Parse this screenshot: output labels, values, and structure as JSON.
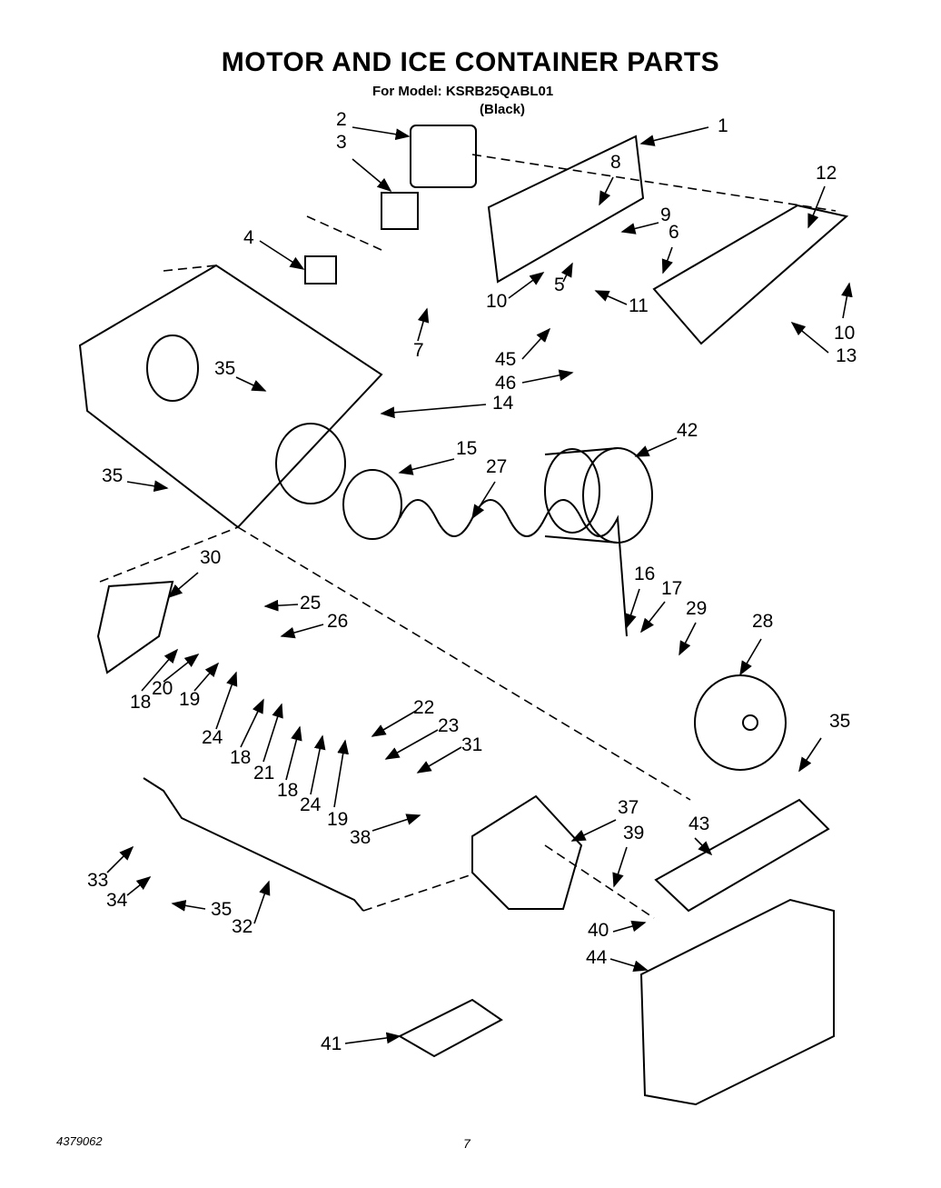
{
  "header": {
    "title": "MOTOR AND ICE CONTAINER PARTS",
    "model": "For Model: KSRB25QABL01",
    "color": "(Black)"
  },
  "footer": {
    "doc_number": "4379062",
    "page_number": "7"
  },
  "callouts": [
    {
      "id": "c1",
      "label": "1"
    },
    {
      "id": "c2",
      "label": "2"
    },
    {
      "id": "c3",
      "label": "3"
    },
    {
      "id": "c4",
      "label": "4"
    },
    {
      "id": "c5",
      "label": "5"
    },
    {
      "id": "c6",
      "label": "6"
    },
    {
      "id": "c7",
      "label": "7"
    },
    {
      "id": "c8",
      "label": "8"
    },
    {
      "id": "c9",
      "label": "9"
    },
    {
      "id": "c10a",
      "label": "10"
    },
    {
      "id": "c10b",
      "label": "10"
    },
    {
      "id": "c11",
      "label": "11"
    },
    {
      "id": "c12",
      "label": "12"
    },
    {
      "id": "c13",
      "label": "13"
    },
    {
      "id": "c14",
      "label": "14"
    },
    {
      "id": "c15",
      "label": "15"
    },
    {
      "id": "c16",
      "label": "16"
    },
    {
      "id": "c17",
      "label": "17"
    },
    {
      "id": "c18a",
      "label": "18"
    },
    {
      "id": "c18b",
      "label": "18"
    },
    {
      "id": "c18c",
      "label": "18"
    },
    {
      "id": "c19a",
      "label": "19"
    },
    {
      "id": "c19b",
      "label": "19"
    },
    {
      "id": "c20",
      "label": "20"
    },
    {
      "id": "c21",
      "label": "21"
    },
    {
      "id": "c22",
      "label": "22"
    },
    {
      "id": "c23",
      "label": "23"
    },
    {
      "id": "c24a",
      "label": "24"
    },
    {
      "id": "c24b",
      "label": "24"
    },
    {
      "id": "c25",
      "label": "25"
    },
    {
      "id": "c26",
      "label": "26"
    },
    {
      "id": "c27",
      "label": "27"
    },
    {
      "id": "c28",
      "label": "28"
    },
    {
      "id": "c29",
      "label": "29"
    },
    {
      "id": "c30",
      "label": "30"
    },
    {
      "id": "c31",
      "label": "31"
    },
    {
      "id": "c32",
      "label": "32"
    },
    {
      "id": "c33",
      "label": "33"
    },
    {
      "id": "c34",
      "label": "34"
    },
    {
      "id": "c35a",
      "label": "35"
    },
    {
      "id": "c35b",
      "label": "35"
    },
    {
      "id": "c35c",
      "label": "35"
    },
    {
      "id": "c35d",
      "label": "35"
    },
    {
      "id": "c37",
      "label": "37"
    },
    {
      "id": "c38",
      "label": "38"
    },
    {
      "id": "c39",
      "label": "39"
    },
    {
      "id": "c40",
      "label": "40"
    },
    {
      "id": "c41",
      "label": "41"
    },
    {
      "id": "c42",
      "label": "42"
    },
    {
      "id": "c43",
      "label": "43"
    },
    {
      "id": "c44",
      "label": "44"
    },
    {
      "id": "c45",
      "label": "45"
    },
    {
      "id": "c46",
      "label": "46"
    }
  ]
}
